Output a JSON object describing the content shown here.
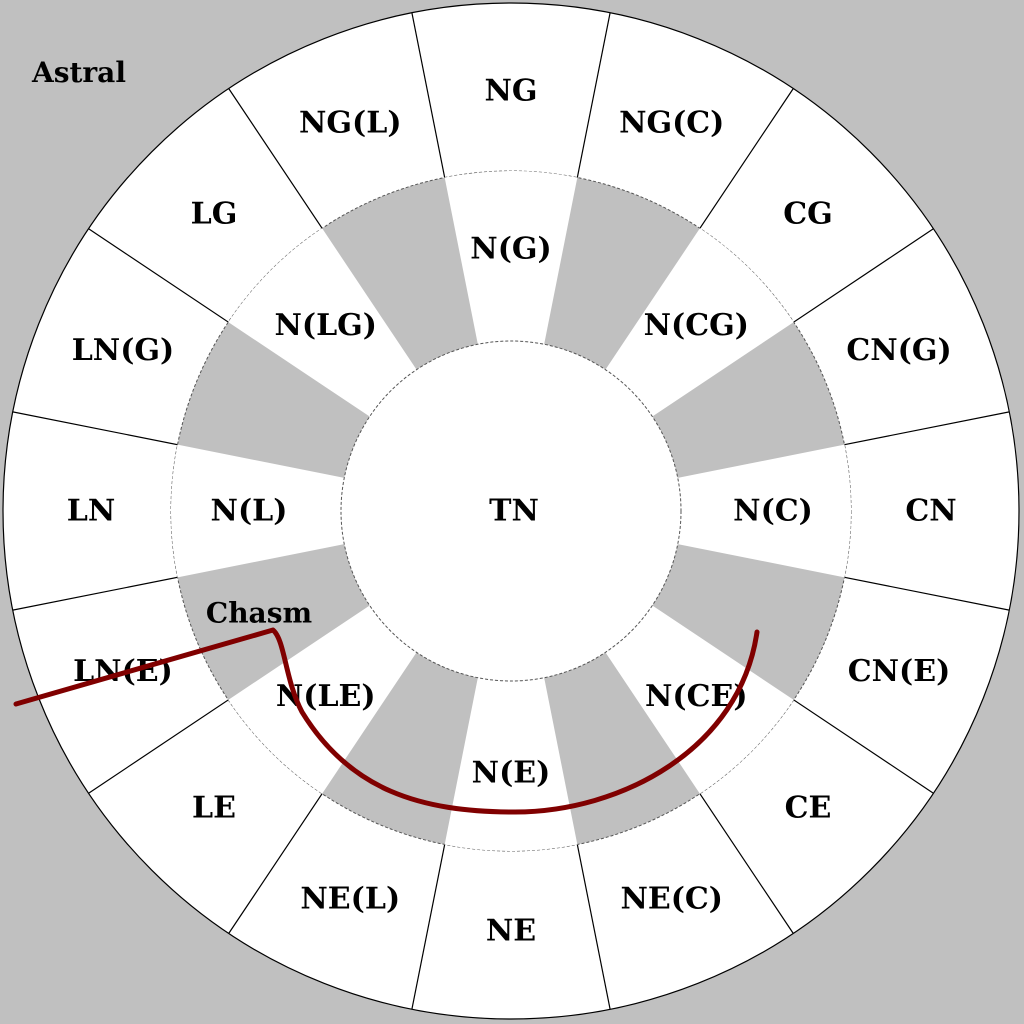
{
  "background_color": "#c0c0c0",
  "corner_label": "Astral",
  "center_label": "TN",
  "outer_ring": [
    "NG",
    "NG(C)",
    "CG",
    "CN(G)",
    "CN",
    "CN(E)",
    "CE",
    "NE(C)",
    "NE",
    "NE(L)",
    "LE",
    "LN(E)",
    "LN",
    "LN(G)",
    "LG",
    "NG(L)"
  ],
  "inner_ring": [
    "N(G)",
    "N(CG)",
    "N(C)",
    "N(CE)",
    "N(E)",
    "N(LE)",
    "N(L)",
    "N(LG)"
  ],
  "chasm": {
    "label": "Chasm",
    "color": "#800000"
  },
  "colors": {
    "ring_white": "#ffffff",
    "gap_gray": "#c0c0c0",
    "line": "#000000"
  }
}
